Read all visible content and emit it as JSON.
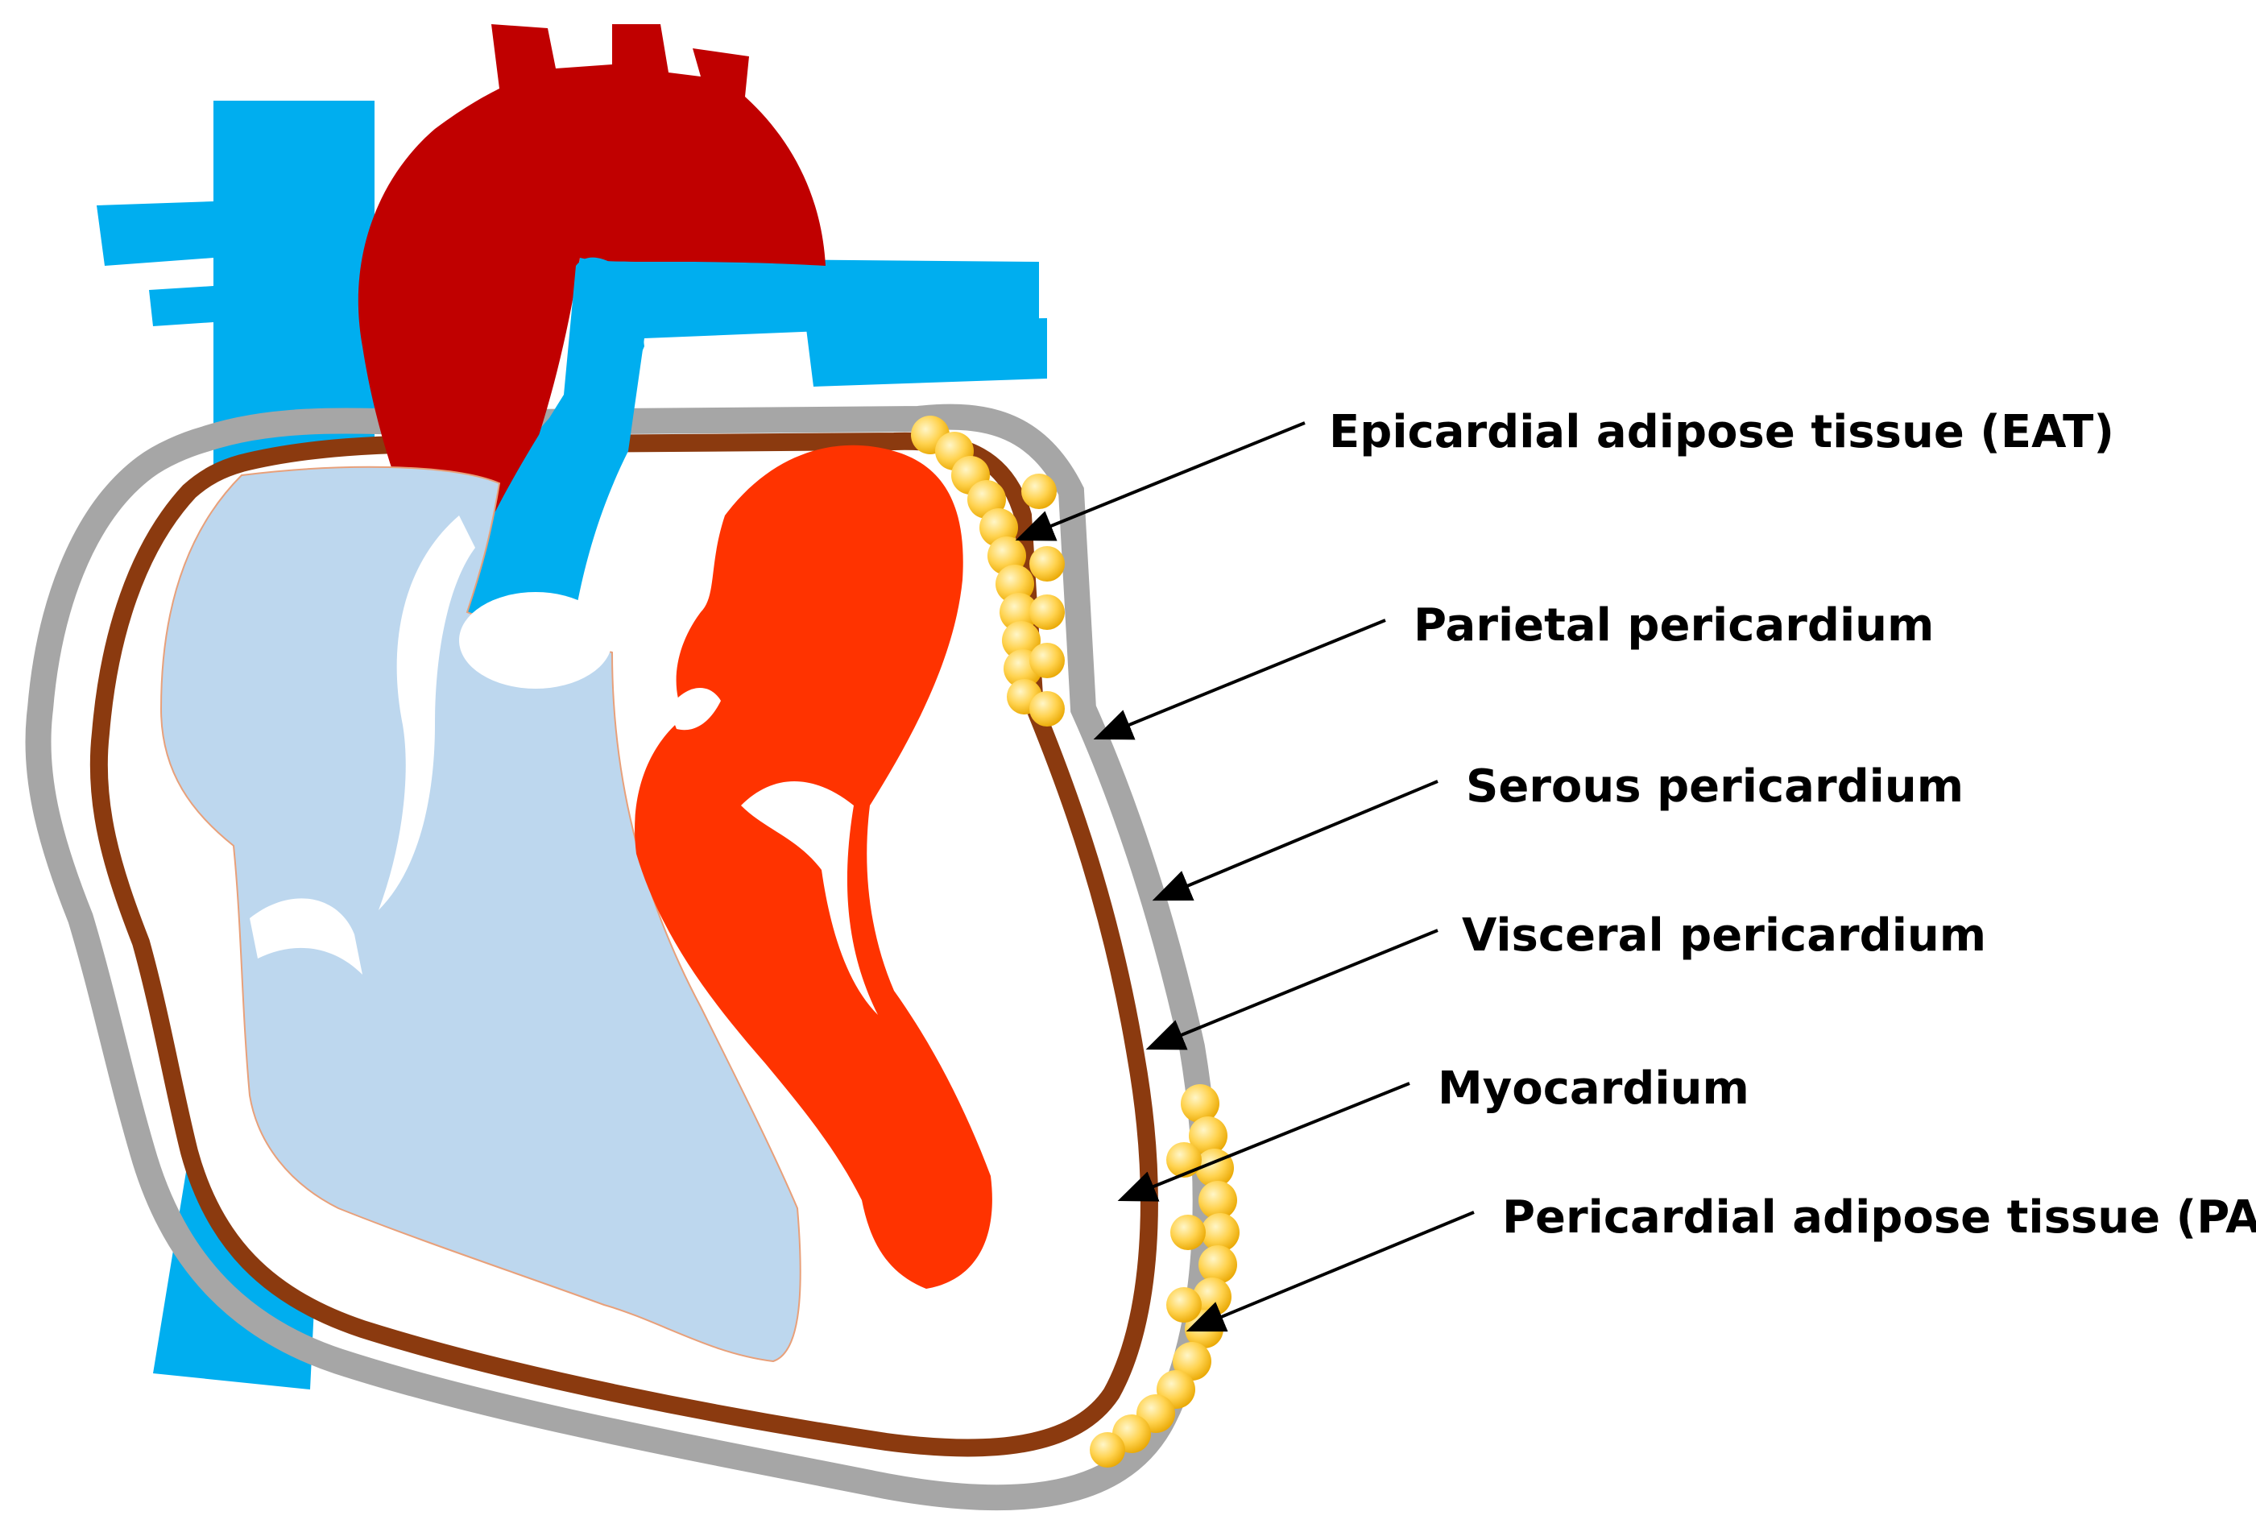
{
  "labels": {
    "eat": "Epicardial adipose tissue (EAT)",
    "parietal": "Parietal pericardium",
    "serous": "Serous pericardium",
    "visceral": "Visceral pericardium",
    "myocardium": "Myocardium",
    "pat": "Pericardial adipose tissue (PAT)"
  },
  "colors": {
    "vein_blue": "#00aeef",
    "aorta_red": "#c00000",
    "ventricle_orange": "#ff3300",
    "atrium_lightblue": "#bdd7ee",
    "myocardium_brown": "#8b3a0f",
    "pericardium_gray": "#a6a6a6",
    "fat_yellow": "#ffc000"
  }
}
